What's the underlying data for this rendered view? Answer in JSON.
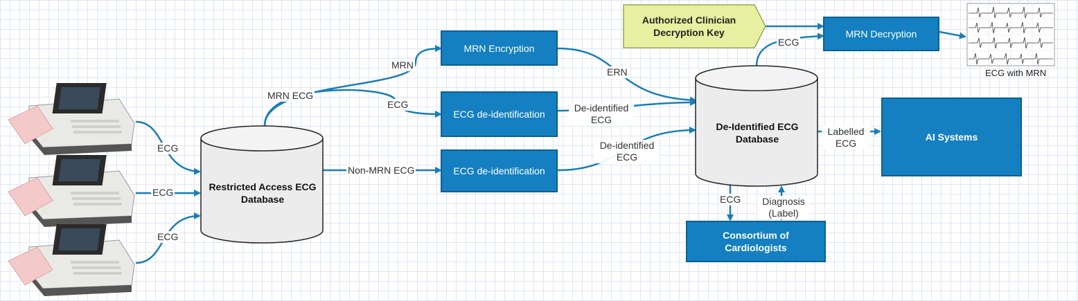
{
  "colors": {
    "box": "#1480c1",
    "edge": "#1a7db6",
    "key": "#e6f0a0",
    "cylinder": "#ececec"
  },
  "nodes": {
    "restricted_db": "Restricted Access ECG Database",
    "mrn_encryption": "MRN Encryption",
    "ecg_deid_1": "ECG de-identification",
    "ecg_deid_2": "ECG de-identification",
    "deid_db": "De-Identified ECG Database",
    "decryption_key": "Authorized Clinician Decryption Key",
    "mrn_decryption": "MRN Decryption",
    "ai_systems": "AI Systems",
    "consortium": "Consortium of Cardiologists",
    "ecg_with_mrn": "ECG with MRN"
  },
  "edges": {
    "device1_ecg": "ECG",
    "device2_ecg": "ECG",
    "device3_ecg": "ECG",
    "mrn_ecg": "MRN ECG",
    "mrn": "MRN",
    "ecg_split": "ECG",
    "non_mrn_ecg": "Non-MRN ECG",
    "ern": "ERN",
    "deid_ecg_1": "De-identified ECG",
    "deid_ecg_2": "De-identified ECG",
    "labelled_ecg": "Labelled ECG",
    "ecg_to_decrypt": "ECG",
    "ecg_to_consortium": "ECG",
    "diagnosis_label": "Diagnosis (Label)"
  },
  "icons": {
    "device": "ecg-machine-icon",
    "strip": "ecg-strip-image"
  }
}
